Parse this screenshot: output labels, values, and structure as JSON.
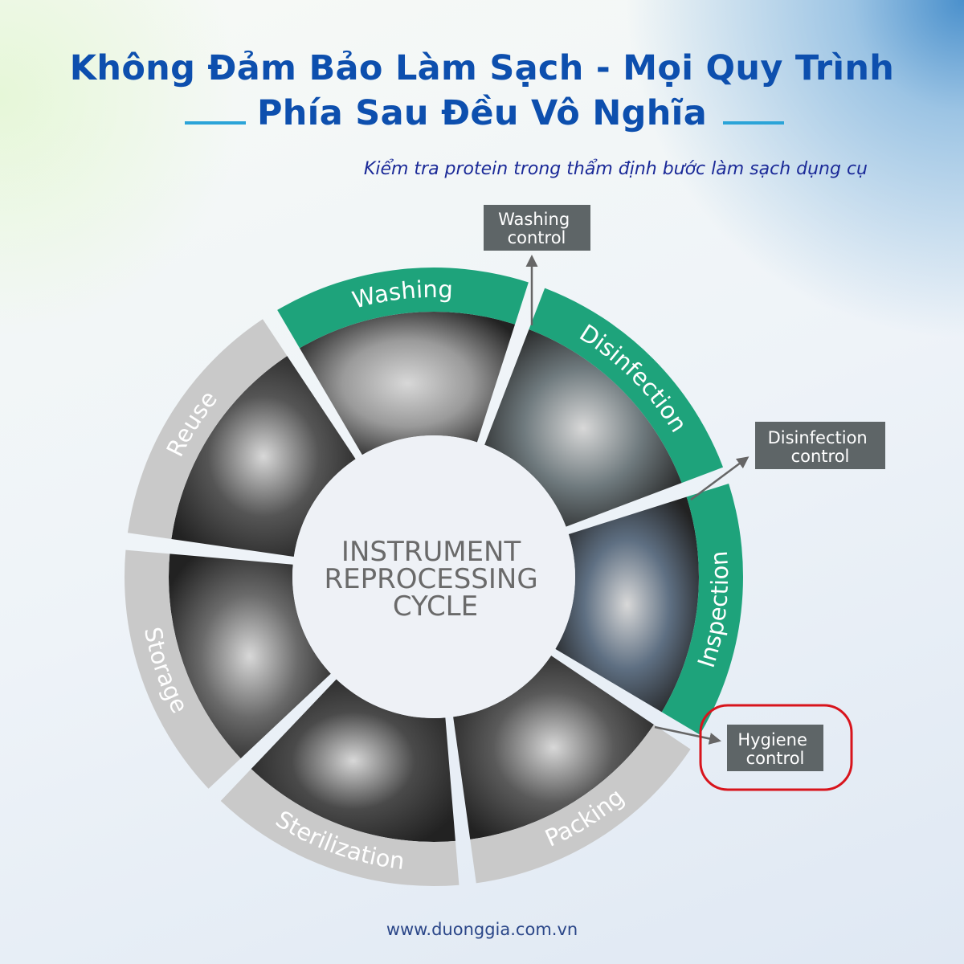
{
  "header": {
    "title_line1": "Không Đảm Bảo Làm Sạch - Mọi Quy Trình",
    "title_line2": "Phía Sau Đều Vô Nghĩa",
    "subtitle": "Kiểm tra protein trong thẩm định bước làm sạch dụng cụ"
  },
  "diagram": {
    "center_lines": [
      "INSTRUMENT",
      "REPROCESSING",
      "CYCLE"
    ],
    "segments": [
      {
        "label": "Washing",
        "color": "#1ea37b",
        "tone": "#9a9a9a"
      },
      {
        "label": "Disinfection",
        "color": "#1ea37b",
        "tone": "#6f7a7e"
      },
      {
        "label": "Inspection",
        "color": "#1ea37b",
        "tone": "#5e6f82"
      },
      {
        "label": "Packing",
        "color": "#c9c9c9",
        "tone": "#5a5a5a"
      },
      {
        "label": "Sterilization",
        "color": "#c9c9c9",
        "tone": "#4a4a4a"
      },
      {
        "label": "Storage",
        "color": "#c9c9c9",
        "tone": "#6a6a6a"
      },
      {
        "label": "Reuse",
        "color": "#c9c9c9",
        "tone": "#555555"
      }
    ],
    "controls": {
      "washing": [
        "Washing",
        "control"
      ],
      "disinfection": [
        "Disinfection",
        "control"
      ],
      "hygiene": [
        "Hygiene",
        "control"
      ]
    },
    "highlight_color": "#d8141c",
    "control_box_color": "#5e6567"
  },
  "footer": {
    "website": "www.duonggia.com.vn"
  }
}
